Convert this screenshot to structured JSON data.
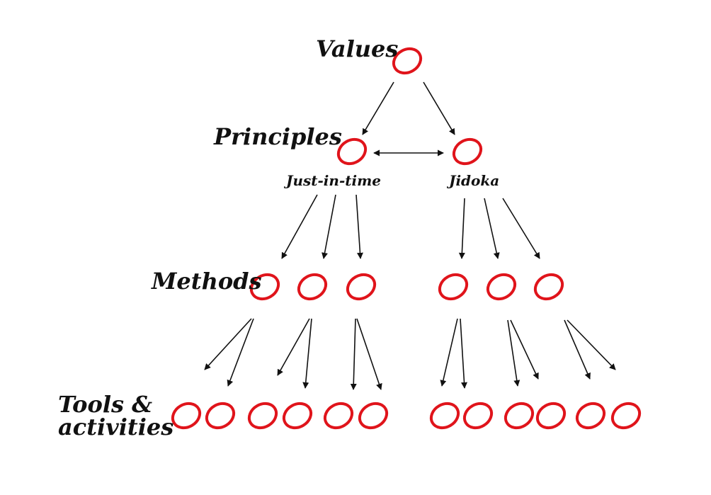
{
  "labels": {
    "values": "Values",
    "principles": "Principles",
    "methods": "Methods",
    "tools_line1": "Tools &",
    "tools_line2": "activities"
  },
  "principles": [
    {
      "id": "jit",
      "name": "Just-in-time"
    },
    {
      "id": "jidoka",
      "name": "Jidoka"
    }
  ],
  "structure": {
    "principles_per_value": 2,
    "methods_per_principle": 3,
    "tools_per_method": 2
  },
  "colors": {
    "node": "#e0141b",
    "arrow": "#111111",
    "text": "#111111",
    "background": "#ffffff"
  }
}
